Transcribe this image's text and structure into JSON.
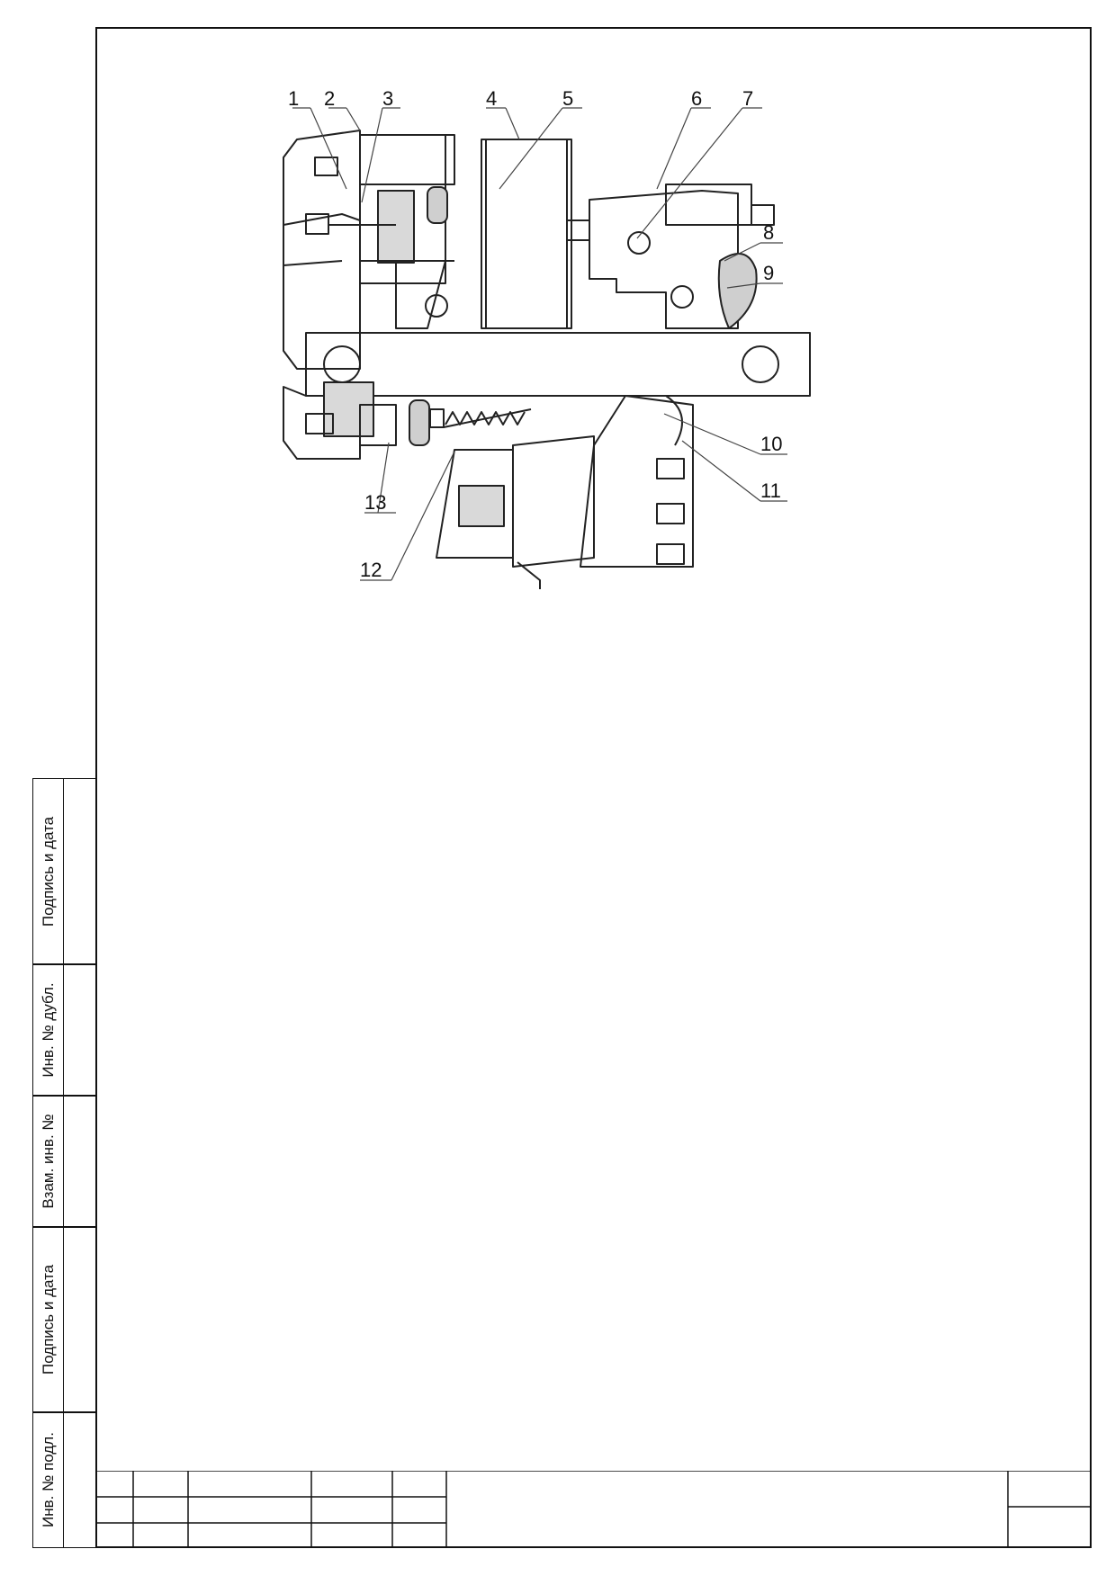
{
  "sidebar": {
    "cells": [
      {
        "label": "Подпись и дата"
      },
      {
        "label": "Инв. № дубл."
      },
      {
        "label": "Взам. инв. №"
      },
      {
        "label": "Подпись и дата"
      },
      {
        "label": "Инв. № подл."
      }
    ]
  },
  "drawing": {
    "callouts": [
      "1",
      "2",
      "3",
      "4",
      "5",
      "6",
      "7",
      "8",
      "9",
      "10",
      "11",
      "12",
      "13"
    ]
  }
}
